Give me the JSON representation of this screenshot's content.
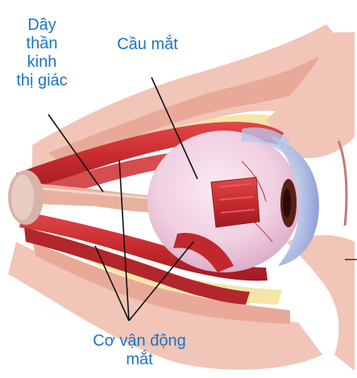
{
  "diagram": {
    "labels": {
      "optic_nerve": [
        "Dây",
        "thần",
        "kinh",
        "thị giác"
      ],
      "eyeball": "Cầu mắt",
      "eye_muscles": [
        "Cơ vận động",
        "mắt"
      ]
    },
    "colors": {
      "label_text": "#1a74c9",
      "muscle": "#c82b2f",
      "muscle_dark": "#9e1b22",
      "skin": "#f1c5b8",
      "orbit_bone": "#e9a998",
      "fat": "#f5e6a6",
      "eyeball": "#f3d6e6",
      "cornea": "#b9c4e8",
      "iris": "#5a2016",
      "leader_line": "#111111"
    }
  }
}
